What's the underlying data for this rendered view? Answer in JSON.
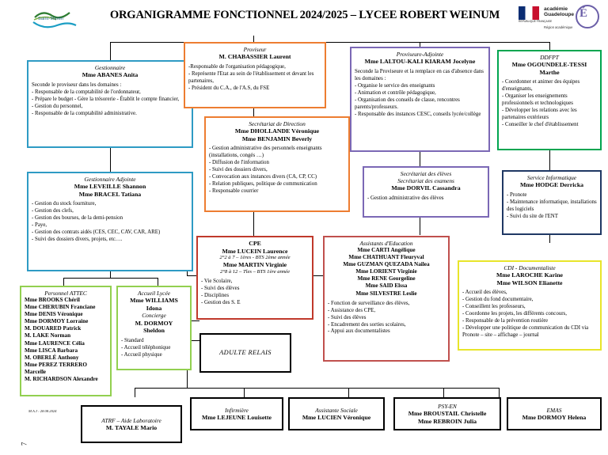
{
  "header": {
    "logo_alt": "Saint-Martin",
    "logo_text": "Saint-Martin",
    "title": "ORGANIGRAMME FONCTIONNEL 2024/2025 – LYCEE ROBERT WEINUM",
    "academy": {
      "flag_caption": "RÉPUBLIQUE\nFRANÇAISE",
      "word_line1": "académie",
      "word_line2": "Guadeloupe",
      "letter": "É",
      "region": "Région académique"
    }
  },
  "footer": {
    "update": "M.A.J : 28.08.2024",
    "page_mark": "7"
  },
  "colors": {
    "gestionnaire": "#2e9bc4",
    "proviseur": "#ed7d31",
    "proviseure_adjointe": "#7b68b5",
    "ddfpt": "#00a550",
    "secretariat_direction": "#ed7d31",
    "secretariat_eleves": "#7b68b5",
    "service_informatique": "#1f3864",
    "gestionnaire_adjointe": "#2e9bc4",
    "cpe": "#c0392b",
    "assistants": "#c0504d",
    "cdi": "#e8e52a",
    "personnel_attec": "#92d050",
    "accueil_lycee": "#92d050",
    "plain": "#000000"
  },
  "boxes": {
    "gestionnaire": {
      "title": "Gestionnaire",
      "name": "Mme ABANES Anita",
      "body": "Seconde le proviseur dans les domaines :\n-  Responsable de la comptabilité de l'ordonnateur,\n-  Prépare le budget - Gère la trésorerie - Établit le compte financier,\n- Gestion du personnel,\n-  Responsable de la comptabilité administrative."
    },
    "proviseur": {
      "title": "Proviseur",
      "name": "M. CHABASSIER Laurent",
      "body": "-Responsable de l'organisation pédagogique,\n- Représente l'Etat au sein de l'établissement et devant les partenaires,\n- Président du C.A., de l'A.S, du FSE"
    },
    "proviseure_adjointe": {
      "title": "Proviseure-Adjointe",
      "name": "Mme LALTOU-KALI KIARAM Jocelyne",
      "body": "Seconde la Proviseure et la remplace en cas d'absence dans les domaines :\n- Organise le service des enseignants\n- Animation et contrôle pédagogique,\n- Organisation des conseils de classe, rencontres parents/professeurs.\n- Responsable des instances CESC, conseils lycée/collège"
    },
    "ddfpt": {
      "title": "DDFPT",
      "name": "Mme OGOUNDELE-TESSI\nMarthe",
      "body": "- Coordonner et animer des équipes d'enseignants,\n- Organiser les enseignements professionnels et technologiques\n- Développer les relations avec les partenaires extérieurs\n- Conseiller le chef d'établissement"
    },
    "secretariat_direction": {
      "title": "Secrétariat de Direction",
      "name": "Mme DHOLLANDE Véronique\nMme BENJAMIN Beverly",
      "body": "- Gestion administrative des personnels enseignants (installations, congés …)\n- Diffusion de l'information\n- Suivi des dossiers divers,\n- Convocation aux instances divers (CA, CP, CC)\n- Relation publiques, politique de communication\n- Responsable courrier"
    },
    "secretariat_eleves": {
      "title": "Secrétariat des élèves\nSecrétariat des examens",
      "name": "Mme DORVIL Cassandra",
      "body": "- Gestion administrative des élèves"
    },
    "service_informatique": {
      "title": "Service Informatique",
      "name": "Mme HODGE Derricka",
      "body": "- Pronote\n- Maintenance informatique, installations des logiciels\n- Suivi du site de l'ENT"
    },
    "gestionnaire_adjointe": {
      "title": "Gestionnaire Adjointe",
      "name": "Mme LEVEILLE Shannon\nMme BRACEL Tatiana",
      "body": "- Gestion du stock fourniture,\n- Gestion des clefs,\n- Gestion des bourses, de la demi-pension\n- Paye,\n- Gestion des contrats aidés (CES, CEC, CAV, CAR, ARE)\n- Suivi des dossiers divers, projets, etc…."
    },
    "cpe": {
      "title": "CPE",
      "name": "Mme LUCEIN Laurence",
      "sub1": "2°2 à 7 – 1ères - BTS 2ème année",
      "name2": "Mme MARTIN Virginie",
      "sub2": "2°8 à 12 – Tles – BTS 1ère année",
      "body": "- Vie Scolaire,\n- Suivi des élèves\n- Disciplines\n- Gestion des S. E"
    },
    "assistants_education": {
      "title": "Assistants d'Education",
      "names": "Mme CARTI Angélique\nMme CHATHUANT Fleuryval\nMme GUZMAN QUEZADA Nailea\nMme LORIENT Virginie\nMme RENE Georgeline\nMme SAID Elssa\nMme SILVESTRE Leslie",
      "body": "- Fonction de surveillance des élèves,\n- Assistance des CPE,\n- Suivi des élèves\n- Encadrement des sorties scolaires,\n- Appui aux documentalistes"
    },
    "cdi": {
      "title": "CDI - Documentaliste",
      "name": "Mme LAROCHE Karine\nMme WILSON Elianette",
      "body": "- Accueil des élèves,\n- Gestion du fond documentaire,\n- Conseillent les professeurs,\n- Coordonne les projets, les différents concours,\n- Responsable de la prévention routière\n- Développer une politique de communication du CDI via Pronote – site – affichage – journal"
    },
    "personnel_attec": {
      "title": "Personnel ATTEC",
      "names": "Mme BROOKS Chéril\nMme CHERUBIN Franciane\nMme DENIS Véronique\nMme DORMOY Lorraine\nM. DOUARED Patrick\nM. LAKE Norman\nMme LAURENCE Célia\nMme LISCA Barbara\nM. OBERLÉ Anthony\nMme PEREZ TERRERO Marcelle\nM. RICHARDSON Alexandre"
    },
    "accueil_lycee": {
      "title": "Accueil Lycée",
      "name": "Mme WILLIAMS\nIdona",
      "title2": "Concierge",
      "name2": "M. DORMOY\nSheldon",
      "body": "- Standard\n- Accueil téléphonique\n- Accueil physique"
    },
    "adulte_relais": {
      "title": "ADULTE RELAIS"
    },
    "atrf": {
      "title": "ATRF – Aide Laboratoire",
      "name": "M. TAYALE Mario"
    },
    "infirmiere": {
      "title": "Infirmière",
      "name": "Mme LEJEUNE Louisette"
    },
    "assistante_sociale": {
      "title": "Assistante Sociale",
      "name": "Mme LUCIEN Véronique"
    },
    "psyen": {
      "title": "PSY-EN",
      "name": "Mme BROUSTAIL Christelle\nMme REBROIN Julia"
    },
    "emas": {
      "title": "EMAS",
      "name": "Mme DORMOY Helena"
    }
  }
}
